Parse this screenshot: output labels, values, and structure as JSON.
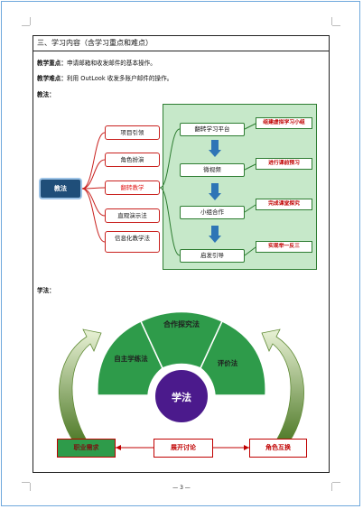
{
  "section": {
    "title": "三、学习内容（含学习重点和难点）"
  },
  "key_point": {
    "label": "教学重点：",
    "text": "申请邮箱和收发邮件的基本操作。"
  },
  "difficult_point": {
    "label": "教学难点：",
    "text": "利用 OutLook 收发多账户邮件的操作。"
  },
  "teaching_method": {
    "label": "教法：",
    "root": "教法",
    "methods": [
      "项目引领",
      "角色扮演",
      "翻转教学",
      "直观演示法",
      "信息化教学法"
    ],
    "flip_steps": [
      "翻转学习平台",
      "微视频",
      "小组合作",
      "启发引导"
    ],
    "flip_notes": [
      "组建虚拟学习小组",
      "进行课前预习",
      "完成课堂探究",
      "实现举一反三"
    ]
  },
  "learning_method": {
    "label": "学法：",
    "center": "学法",
    "fan_segments": [
      "自主学练法",
      "合作探究法",
      "评价法"
    ],
    "bottom_boxes": [
      "职业需求",
      "展开讨论",
      "角色互换"
    ]
  },
  "colors": {
    "frame_blue": "#6fa8dc",
    "navy": "#1f4e79",
    "accent_red": "#c00000",
    "green": "#2e9b4a",
    "panel_green": "#c6e8c9",
    "purple": "#4b1a8c",
    "arrow_blue": "#2e75b6"
  },
  "footer": {
    "page_number": "— 3 —"
  }
}
